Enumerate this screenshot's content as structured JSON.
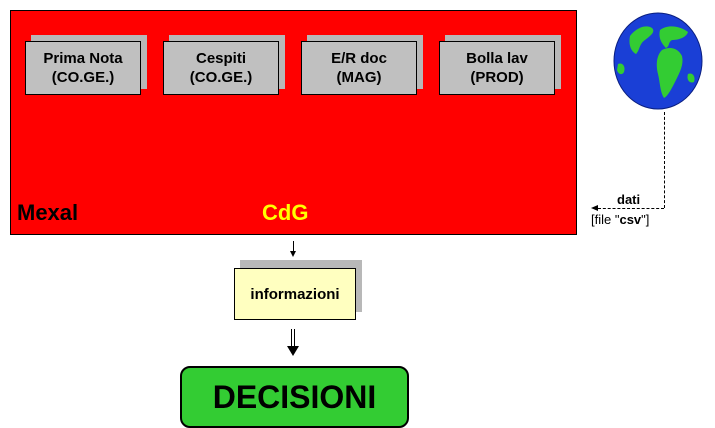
{
  "modules": [
    {
      "line1": "Prima Nota",
      "line2": "(CO.GE.)"
    },
    {
      "line1": "Cespiti",
      "line2": "(CO.GE.)"
    },
    {
      "line1": "E/R doc",
      "line2": "(MAG)"
    },
    {
      "line1": "Bolla lav",
      "line2": "(PROD)"
    }
  ],
  "mexal_label": "Mexal",
  "cdg_label": "CdG",
  "dati_label": "dati",
  "file_prefix": "[file \"",
  "file_type": "csv",
  "file_suffix": "\"]",
  "info_label": "informazioni",
  "decision_label": "DECISIONI",
  "colors": {
    "system_box": "#ff0000",
    "module_box": "#c0c0c0",
    "cdg_text": "#ffff00",
    "info_box": "#ffffc0",
    "decision_box": "#33cc33",
    "globe_ocean": "#1a3fd6",
    "globe_land": "#33cc33"
  },
  "icons": {
    "globe": "globe-icon"
  }
}
